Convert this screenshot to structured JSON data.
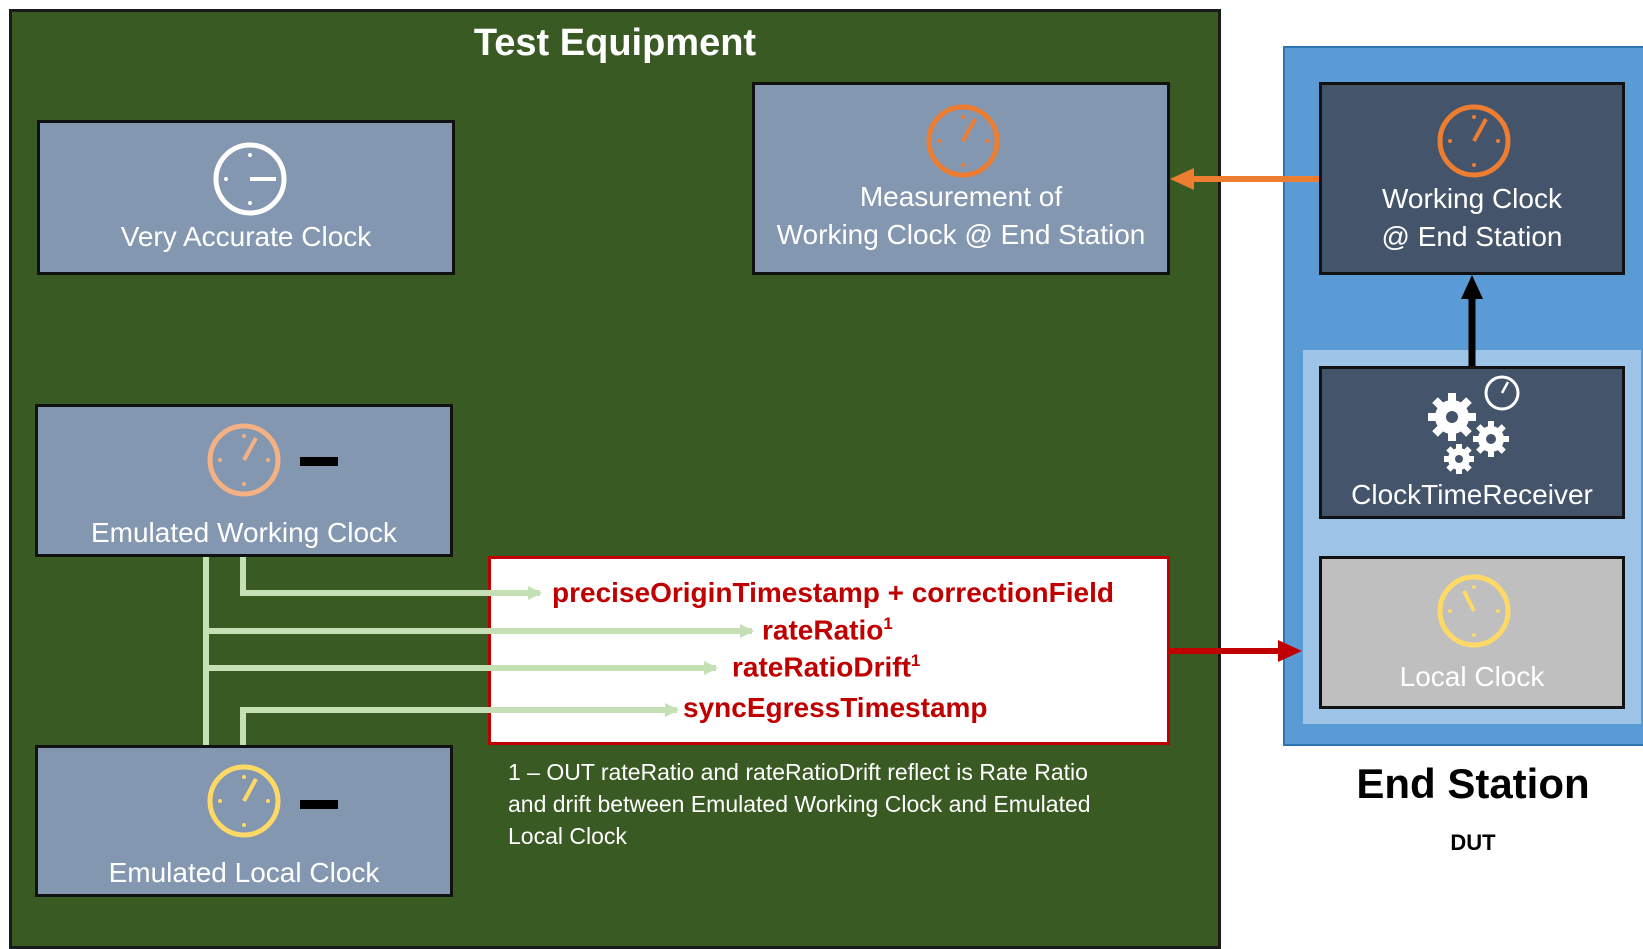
{
  "test_equipment": {
    "title": "Test Equipment",
    "very_accurate_clock": "Very Accurate Clock",
    "measurement": {
      "line1": "Measurement of",
      "line2": "Working Clock @ End Station"
    },
    "emulated_working_clock": "Emulated Working Clock",
    "emulated_local_clock": "Emulated Local Clock",
    "minus_sign": "−"
  },
  "message": {
    "line1": "preciseOriginTimestamp + correctionField",
    "line2": "rateRatio",
    "line3": "rateRatioDrift",
    "line4": "syncEgressTimestamp",
    "footnote_mark": "1"
  },
  "footnote": {
    "line1": "1 – OUT rateRatio and rateRatioDrift reflect is Rate Ratio",
    "line2": "and drift between Emulated Working Clock and Emulated",
    "line3": "Local Clock"
  },
  "end_station": {
    "working_clock": {
      "line1": "Working Clock",
      "line2": "@ End Station"
    },
    "clock_time_receiver": "ClockTimeReceiver",
    "local_clock": "Local Clock",
    "title": "End Station",
    "subtitle": "DUT"
  },
  "colors": {
    "test_equipment_bg": "#3a5a24",
    "box_bg": "#8497b0",
    "end_station_bg": "#5b9bd5",
    "inner_bg": "#9dc3e6",
    "dark_box": "#44546a",
    "orange": "#ed7d31",
    "peach": "#f4b183",
    "yellow": "#ffd966",
    "red": "#c00000",
    "light_green": "#c5e0b4"
  }
}
